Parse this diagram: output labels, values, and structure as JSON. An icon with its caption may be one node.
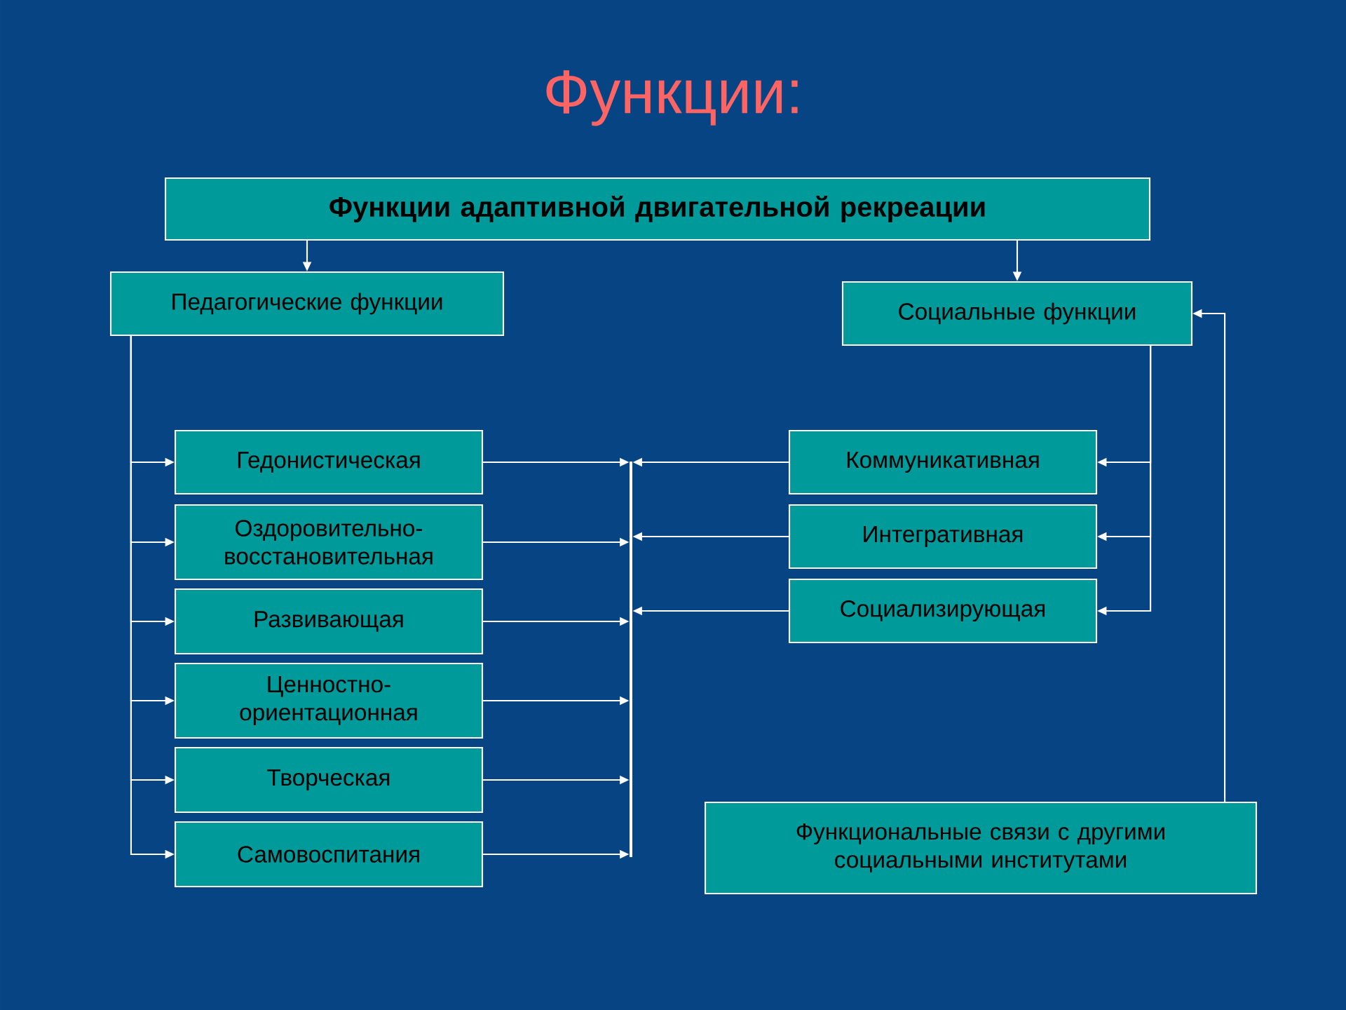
{
  "diagram": {
    "title": "Функции:",
    "nodes": [
      {
        "text": [
          "Функции адаптивной двигательной рекреации"
        ]
      },
      {
        "text": [
          "Педагогические функции"
        ]
      },
      {
        "text": [
          "Социальные функции"
        ]
      },
      {
        "text": [
          "Гедонистическая"
        ]
      },
      {
        "text": [
          "Оздоровительно-восстановительная"
        ]
      },
      {
        "text": [
          "Развивающая"
        ]
      },
      {
        "text": [
          "Ценностно-ориентационная"
        ]
      },
      {
        "text": [
          "Творческая"
        ]
      },
      {
        "text": [
          "Самовоспитания"
        ]
      },
      {
        "text": [
          "Коммуникативная"
        ]
      },
      {
        "text": [
          "Интегративная"
        ]
      },
      {
        "text": [
          "Социализирующая"
        ]
      },
      {
        "text": [
          "Функциональные связи с другими социальными институтами"
        ]
      },
      {
        "text": [],
        "shape": "bar"
      }
    ],
    "edges": [
      {
        "from": 0,
        "to": 1,
        "arrow": "to"
      },
      {
        "from": 0,
        "to": 2,
        "arrow": "to"
      },
      {
        "from": 1,
        "to": 3,
        "arrow": "to"
      },
      {
        "from": 1,
        "to": 4,
        "arrow": "to"
      },
      {
        "from": 1,
        "to": 5,
        "arrow": "to"
      },
      {
        "from": 1,
        "to": 6,
        "arrow": "to"
      },
      {
        "from": 1,
        "to": 7,
        "arrow": "to"
      },
      {
        "from": 1,
        "to": 8,
        "arrow": "to"
      },
      {
        "from": 2,
        "to": 9,
        "arrow": "to"
      },
      {
        "from": 2,
        "to": 10,
        "arrow": "to"
      },
      {
        "from": 2,
        "to": 11,
        "arrow": "to"
      },
      {
        "from": 12,
        "to": 2,
        "arrow": "to"
      },
      {
        "from": 3,
        "to": 13,
        "arrow": "to"
      },
      {
        "from": 4,
        "to": 13,
        "arrow": "to"
      },
      {
        "from": 5,
        "to": 13,
        "arrow": "to"
      },
      {
        "from": 6,
        "to": 13,
        "arrow": "to"
      },
      {
        "from": 7,
        "to": 13,
        "arrow": "to"
      },
      {
        "from": 8,
        "to": 13,
        "arrow": "to"
      },
      {
        "from": 9,
        "to": 13,
        "arrow": "to"
      },
      {
        "from": 10,
        "to": 13,
        "arrow": "to"
      },
      {
        "from": 11,
        "to": 13,
        "arrow": "to"
      }
    ]
  }
}
